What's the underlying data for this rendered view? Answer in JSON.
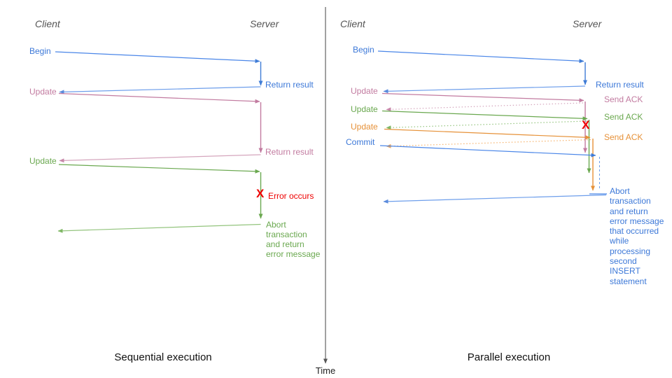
{
  "diagram": {
    "time_axis": {
      "label": "Time"
    },
    "colors": {
      "blue": "#3c78d8",
      "blue_light": "#6d9eeb",
      "pink": "#c27ba0",
      "pink_light": "#d5a6bd",
      "green": "#6aa84f",
      "green_light": "#93c47d",
      "orange": "#e69138",
      "orange_light": "#f6b26b",
      "red": "#ee0000",
      "axis_gray": "#555555"
    },
    "left": {
      "caption": "Sequential execution",
      "client_header": "Client",
      "server_header": "Server",
      "messages": {
        "begin": "Begin",
        "return_result_1": "Return result",
        "update_1": "Update",
        "return_result_2": "Return result",
        "update_2": "Update",
        "error_mark": "X",
        "error_label": "Error occurs",
        "abort": "Abort\ntransaction\nand return\nerror message"
      }
    },
    "right": {
      "caption": "Parallel execution",
      "client_header": "Client",
      "server_header": "Server",
      "messages": {
        "begin": "Begin",
        "return_result": "Return result",
        "update_1": "Update",
        "send_ack_1": "Send ACK",
        "update_2": "Update",
        "send_ack_2": "Send ACK",
        "update_3": "Update",
        "send_ack_3": "Send ACK",
        "commit": "Commit",
        "error_mark": "X",
        "abort": "Abort\ntransaction\nand return\nerror message\nthat occurred\nwhile\nprocessing\nsecond\nINSERT\nstatement"
      }
    }
  }
}
